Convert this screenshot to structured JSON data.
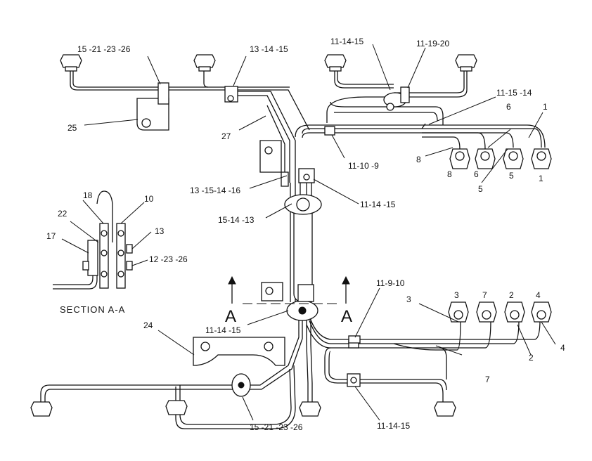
{
  "section_title": "SECTION A-A",
  "section_markers": [
    "A",
    "A"
  ],
  "callouts": {
    "c1": "15 -21 -23  -26",
    "c2": "13 -14 -15",
    "c3": "11-14-15",
    "c4": "11-19-20",
    "c5": "11-15 -14",
    "c6": "25",
    "c7": "27",
    "c8": "11-10  -9",
    "c9": "13  -15-14 -16",
    "c10": "11-14 -15",
    "c11": "15-14 -13",
    "c12": "18",
    "c13": "10",
    "c14": "22",
    "c15": "17",
    "c16": "13",
    "c17": "12 -23  -26",
    "c18": "11-9-10",
    "c19": "24",
    "c20": "11-14 -15",
    "c21": "15 -21 -23  -26",
    "c22": "11-14-15",
    "c23": "3",
    "c24": "7",
    "c25": "2",
    "c26": "4",
    "c27": "3",
    "c28": "4",
    "c29": "2",
    "c30": "7",
    "c31": "6",
    "c32": "1",
    "c33": "8",
    "c34": "8",
    "c35": "6",
    "c36": "5",
    "c37": "1",
    "c38": "5"
  }
}
